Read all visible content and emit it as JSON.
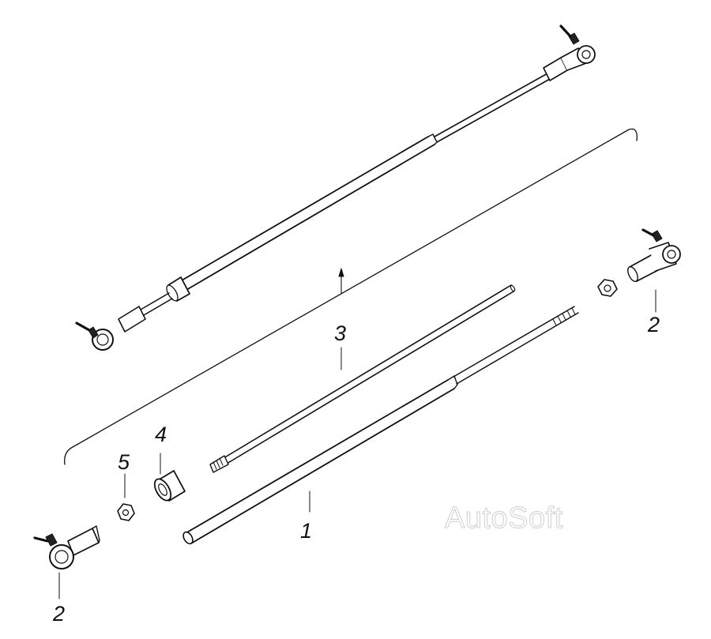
{
  "callouts": {
    "c1": "1",
    "c2_right": "2",
    "c2_left": "2",
    "c3": "3",
    "c4": "4",
    "c5": "5"
  },
  "watermark": "AutoSoft"
}
